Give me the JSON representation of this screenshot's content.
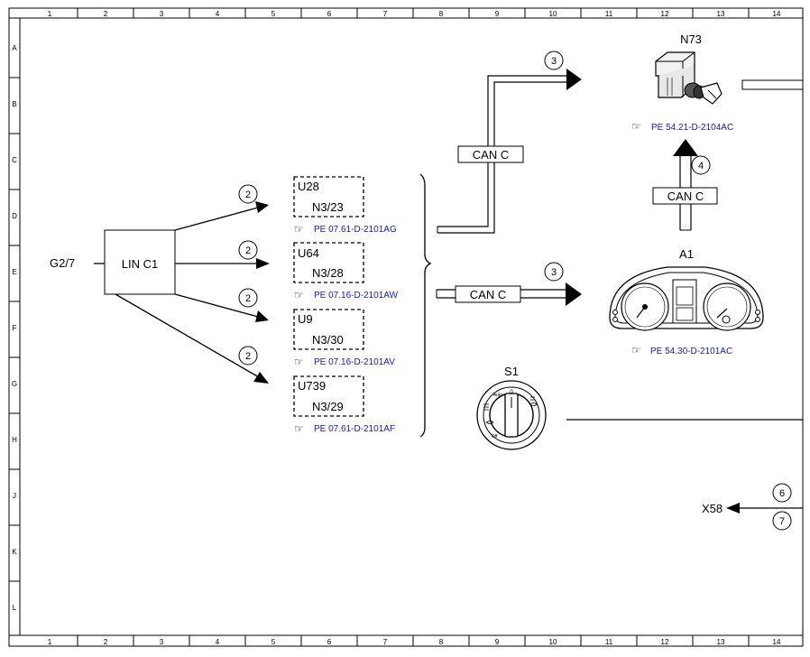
{
  "ruler": {
    "columns": [
      "1",
      "2",
      "3",
      "4",
      "5",
      "6",
      "7",
      "8",
      "9",
      "10",
      "11",
      "12",
      "13",
      "14"
    ],
    "rows": [
      "A",
      "B",
      "C",
      "D",
      "E",
      "F",
      "G",
      "H",
      "J",
      "K",
      "L"
    ]
  },
  "components": {
    "g2_7": "G2/7",
    "lin_box": "LIN C1",
    "n73": "N73",
    "a1": "A1",
    "s1": "S1",
    "x58": "X58"
  },
  "modules": [
    {
      "top": "U28",
      "bottom": "N3/23",
      "ref": "PE 07.61-D-2101AG"
    },
    {
      "top": "U64",
      "bottom": "N3/28",
      "ref": "PE 07.16-D-2101AW"
    },
    {
      "top": "U9",
      "bottom": "N3/30",
      "ref": "PE 07.16-D-2101AV"
    },
    {
      "top": "U739",
      "bottom": "N3/29",
      "ref": "PE 07.61-D-2101AF"
    }
  ],
  "refs": {
    "n73": "PE 54.21-D-2104AC",
    "a1": "PE 54.30-D-2101AC"
  },
  "buses": {
    "can_upper": "CAN C",
    "can_lower": "CAN C",
    "can_right": "CAN C"
  },
  "markers": {
    "lin_1": "2",
    "lin_2": "2",
    "lin_3": "2",
    "lin_4": "2",
    "bus_upper": "3",
    "bus_lower": "3",
    "bus_right": "4",
    "x58_in": "6",
    "x58_out": "7"
  },
  "switch_s1": {
    "auto": "Auto",
    "zero": "0",
    "off": "Off",
    "icon_hand": "☞"
  },
  "colors": {
    "reference_text": "#1a1ab0",
    "lines": "#000000",
    "background": "#ffffff"
  }
}
